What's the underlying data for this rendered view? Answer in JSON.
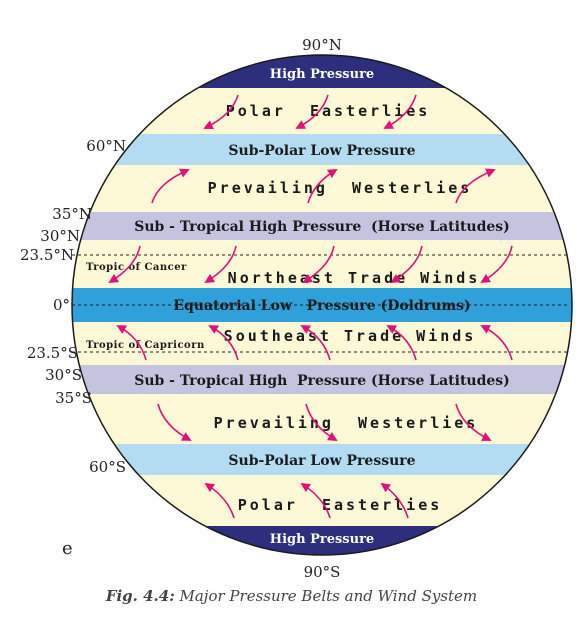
{
  "poles": {
    "north": "90°N",
    "south": "90°S"
  },
  "bands": {
    "high_north": "High Pressure",
    "polar_easterlies_n": "Polar  Easterlies",
    "subpolar_low_n": "Sub-Polar Low Pressure",
    "westerlies_n": "Prevailing  Westerlies",
    "subtropical_high_n": "Sub - Tropical High Pressure  (Horse Latitudes)",
    "ne_trades": "Northeast Trade Winds",
    "equatorial_low": "Equatorial Low   Pressure (Doldrums)",
    "se_trades": "Southeast Trade Winds",
    "subtropical_high_s": "Sub - Tropical High  Pressure (Horse Latitudes)",
    "westerlies_s": "Prevailing  Westerlies",
    "subpolar_low_s": "Sub-Polar Low Pressure",
    "polar_easterlies_s": "Polar  Easterlies",
    "high_south": "High Pressure"
  },
  "latitudes": {
    "n60": "60°N",
    "n35": "35°N",
    "n30": "30°N",
    "n23": "23.5°N",
    "eq": "0°",
    "s23": "23.5°S",
    "s30": "30°S",
    "s35": "35°S",
    "s60": "60°S"
  },
  "tropics": {
    "cancer": "Tropic of Cancer",
    "capricorn": "Tropic of Capricorn"
  },
  "stray_letter": "e",
  "caption": {
    "fig": "Fig. 4.4:",
    "text": " Major Pressure Belts and Wind System"
  },
  "colors": {
    "high_pressure": "#2e2f7c",
    "subpolar_low": "#b3dcf2",
    "subtropical_high": "#c5c4e0",
    "equatorial_low": "#2fa0d9",
    "wind_zone": "#fdf9d6",
    "arrow": "#e0127a"
  }
}
